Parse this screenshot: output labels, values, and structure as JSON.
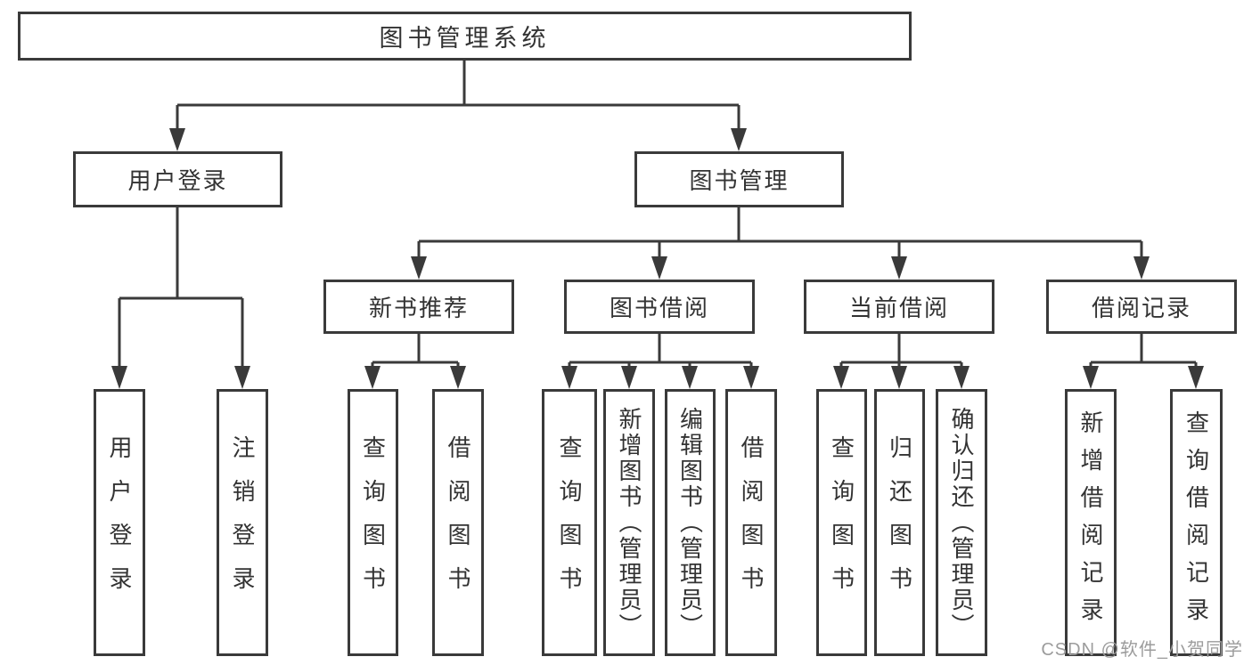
{
  "diagram": {
    "root": {
      "label": "图书管理系统"
    },
    "branches": [
      {
        "label": "用户登录",
        "leaves": [
          "用户登录",
          "注销登录"
        ]
      },
      {
        "label": "图书管理",
        "groups": [
          {
            "label": "新书推荐",
            "leaves": [
              "查询图书",
              "借阅图书"
            ]
          },
          {
            "label": "图书借阅",
            "leaves": [
              "查询图书",
              "新增图书（管理员）",
              "编辑图书（管理员）",
              "借阅图书"
            ]
          },
          {
            "label": "当前借阅",
            "leaves": [
              "查询图书",
              "归还图书",
              "确认归还（管理员）"
            ]
          },
          {
            "label": "借阅记录",
            "leaves": [
              "新增借阅记录",
              "查询借阅记录"
            ]
          }
        ]
      }
    ],
    "watermark": "CSDN @软件_小贺同学"
  }
}
